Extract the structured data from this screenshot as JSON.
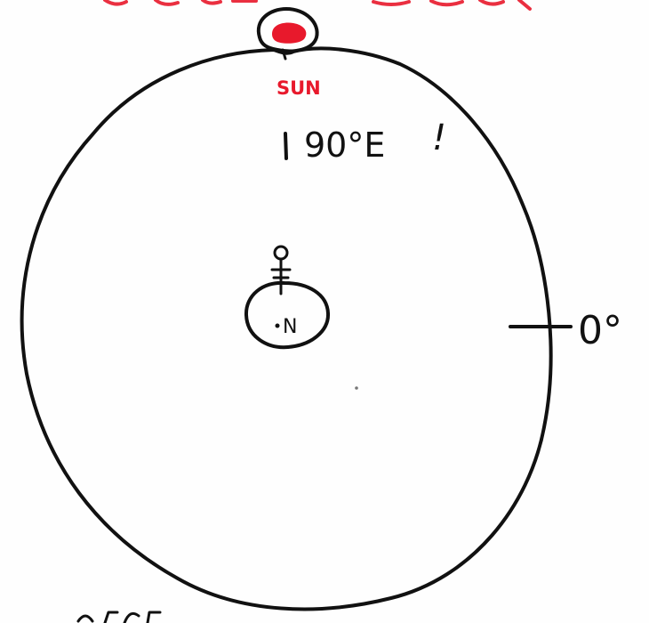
{
  "diagram": {
    "sun_label": "SUN",
    "longitude_label": "90°E",
    "exclamation": "!",
    "north_label": "N",
    "meridian_label": "0°",
    "colors": {
      "ink": "#111111",
      "sun": "#e8192c",
      "background": "#fefefe"
    }
  }
}
